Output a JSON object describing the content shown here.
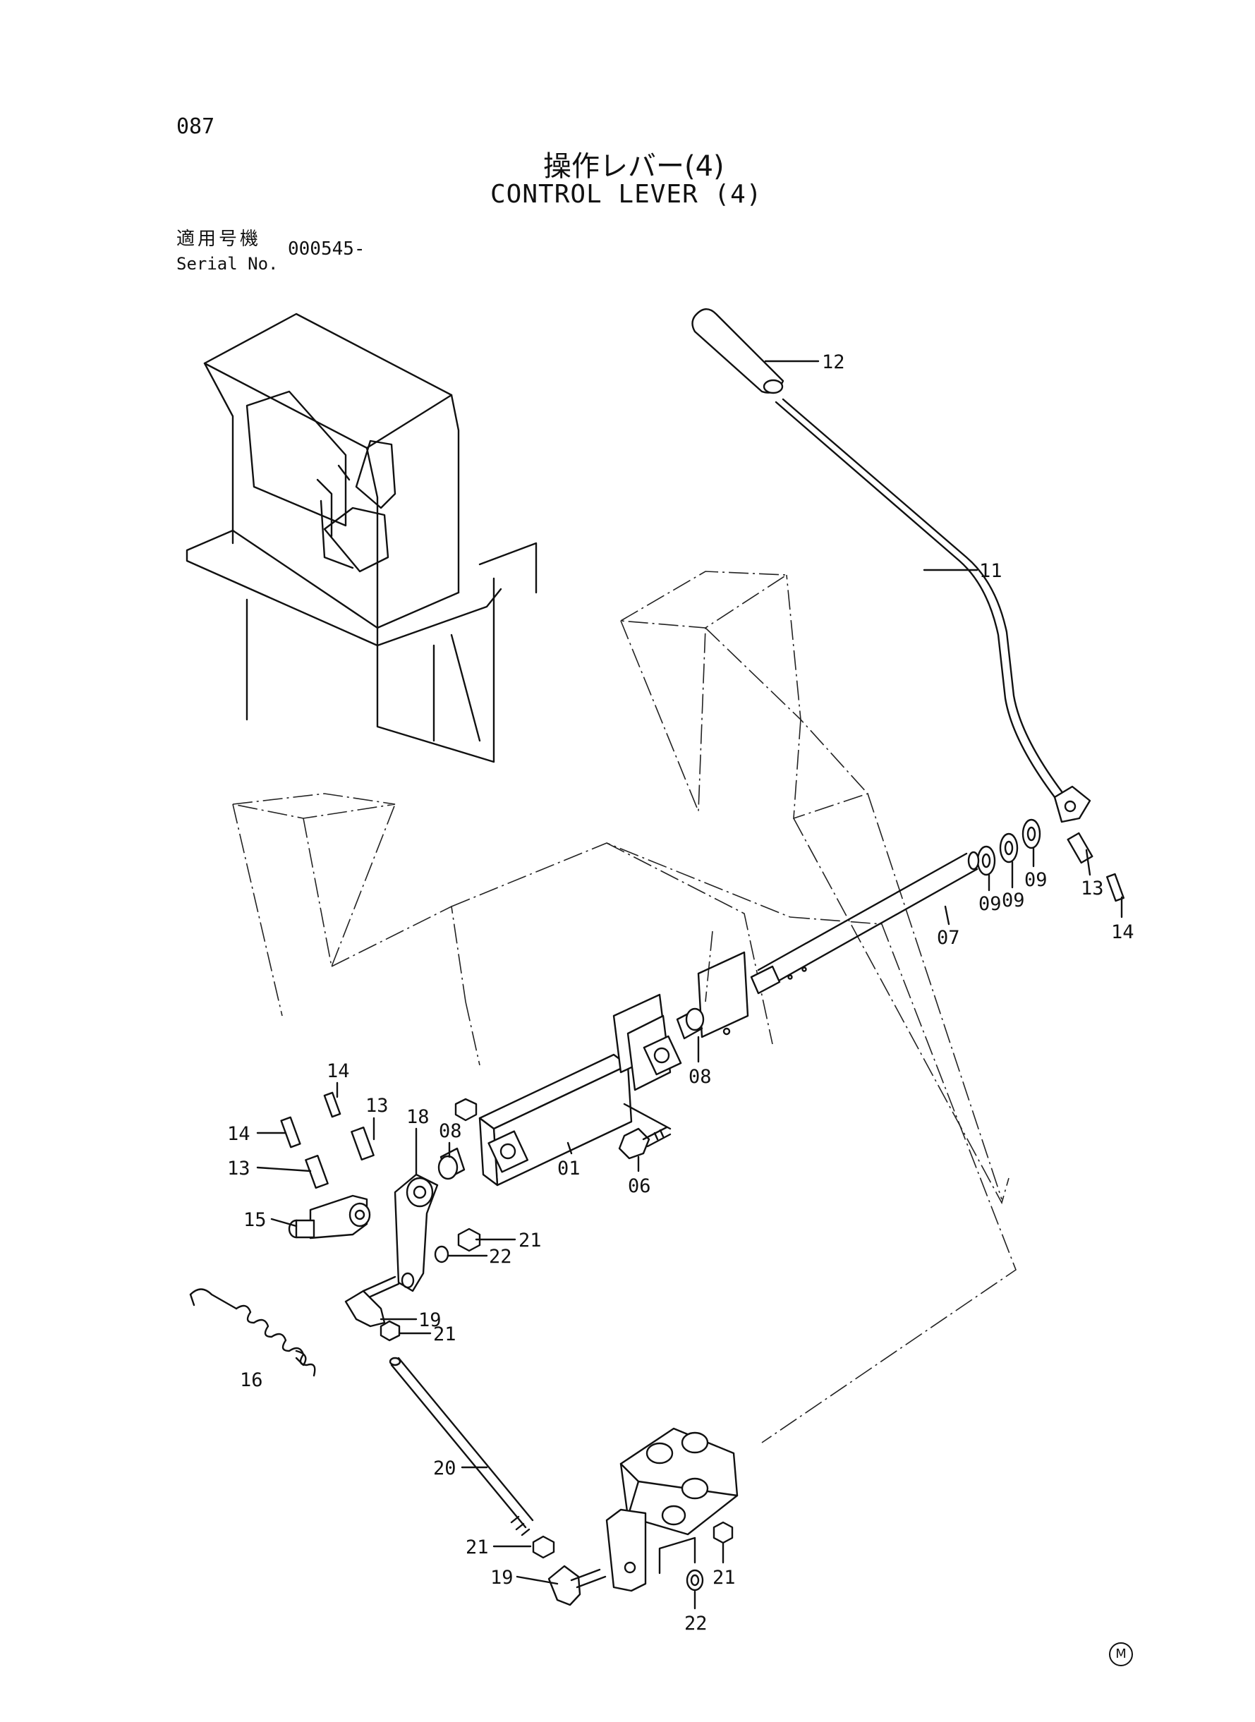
{
  "header": {
    "page_number": "087",
    "title_jp": "操作レバー(4)",
    "title_en": "CONTROL LEVER (4)",
    "serial_label_jp": "適用号機",
    "serial_label_en": "Serial No.",
    "serial_value": "000545-"
  },
  "callouts": {
    "c12": "12",
    "c11": "11",
    "c13a": "13",
    "c14a": "14",
    "c07": "07",
    "c09a": "09",
    "c09b": "09",
    "c09c": "09",
    "c08a": "08",
    "c08b": "08",
    "c01": "01",
    "c06": "06",
    "c14b": "14",
    "c13b": "13",
    "c18": "18",
    "c14c": "14",
    "c13c": "13",
    "c15": "15",
    "c21a": "21",
    "c22a": "22",
    "c19a": "19",
    "c21b": "21",
    "c16": "16",
    "c20": "20",
    "c21c": "21",
    "c19b": "19",
    "c22b": "22",
    "c21d": "21"
  },
  "footer": {
    "mark": "M"
  }
}
